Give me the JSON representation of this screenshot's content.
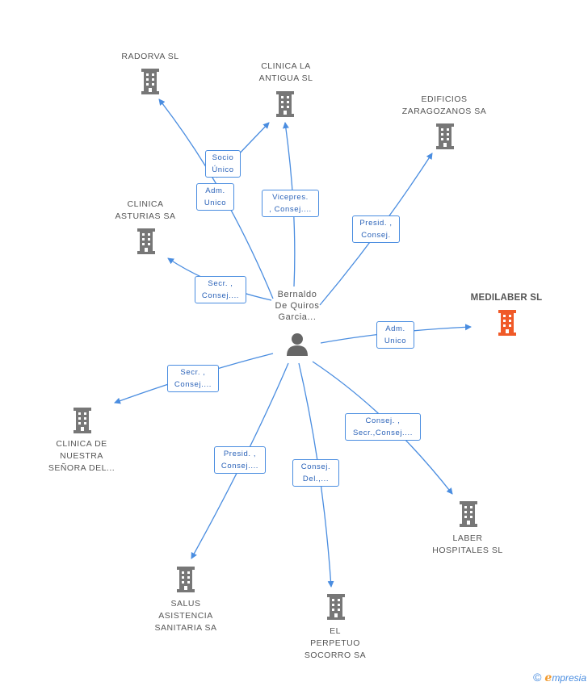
{
  "center": {
    "label": "Bernaldo\nDe Quiros\nGarcia...",
    "icon": "person-icon"
  },
  "companies": {
    "radorva": "RADORVA SL",
    "clinica_antigua": "CLINICA LA\nANTIGUA SL",
    "edificios": "EDIFICIOS\nZARAGOZANOS SA",
    "clinica_asturias": "CLINICA\nASTURIAS SA",
    "medilaber": "MEDILABER SL",
    "clinica_nuestra": "CLINICA DE\nNUESTRA\nSEÑORA DEL...",
    "laber": "LABER\nHOSPITALES SL",
    "salus": "SALUS\nASISTENCIA\nSANITARIA SA",
    "perpetuo": "EL\nPERPETUO\nSOCORRO SA"
  },
  "roles": {
    "socio": "Socio\nÚnico",
    "adm_radorva": "Adm.\nUnico",
    "vicepres": "Vicepres.\n, Consej....",
    "presid_edificios": "Presid. ,\nConsej.",
    "secr_asturias": "Secr. ,\nConsej....",
    "adm_medilaber": "Adm.\nUnico",
    "secr_nuestra": "Secr. ,\nConsej....",
    "consej_laber": "Consej. ,\nSecr.,Consej....",
    "presid_salus": "Presid. ,\nConsej....",
    "consej_perpetuo": "Consej.\nDel.,..."
  },
  "colors": {
    "edge": "#4a8de0",
    "building": "#777777",
    "focus_building": "#f05a28",
    "person": "#666666"
  },
  "brand": {
    "copyright": "©",
    "e": "e",
    "rest": "mpresia"
  }
}
